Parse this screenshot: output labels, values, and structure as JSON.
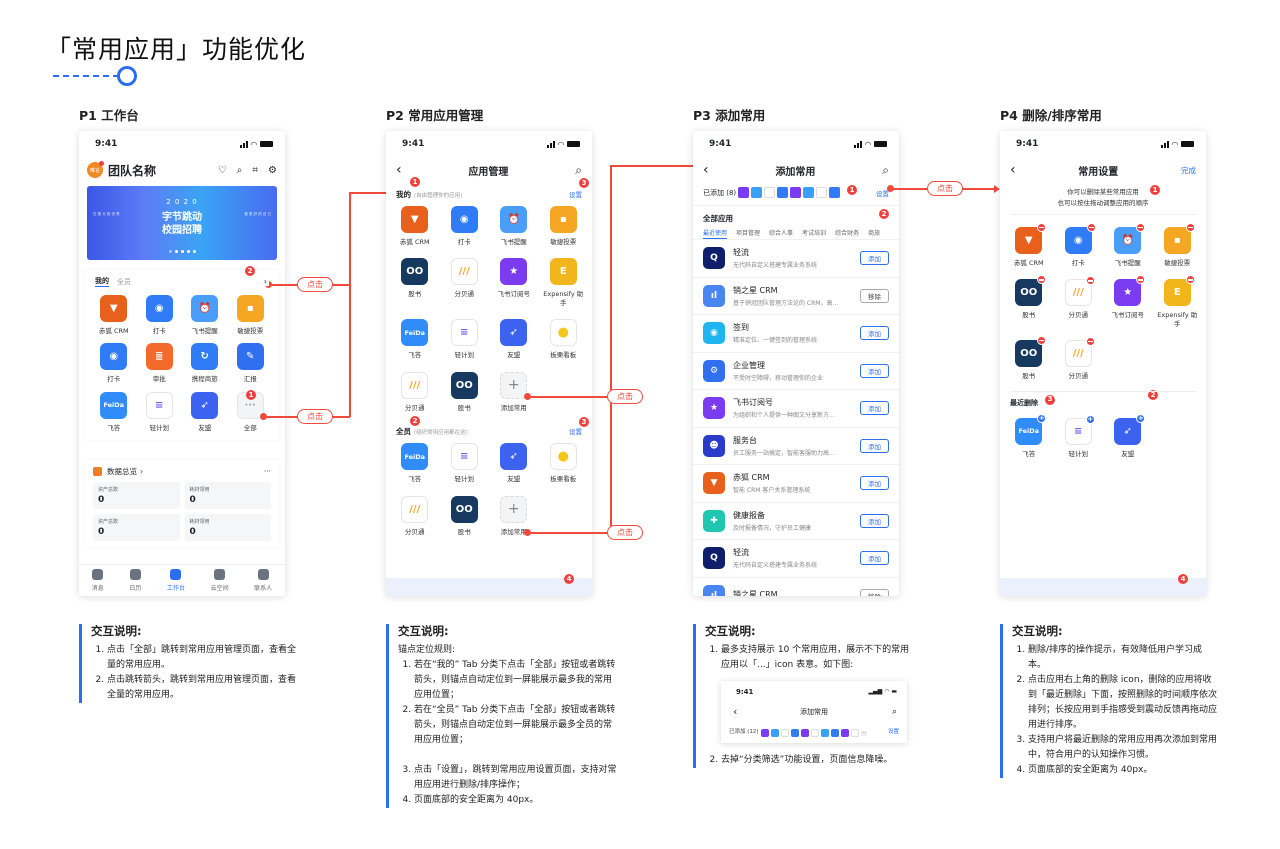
{
  "title": "「常用应用」功能优化",
  "click_label": "点击",
  "status_time": "9:41",
  "colors": {
    "accent": "#2a6ff0",
    "marker": "#f04a3d",
    "safe_area": "#ebf0fc"
  },
  "p1": {
    "heading": "P1 工作台",
    "team_name": "团队名称",
    "team_avatar_text": "唯言",
    "header_icons": [
      "bulb-icon",
      "search-icon",
      "qrcode-icon",
      "gear-icon"
    ],
    "banner": {
      "year": "2 0 2 0",
      "line1": "字节跳动",
      "line2": "校园招聘",
      "left_text": "在 更 大 的 世 界",
      "right_text": "做 更 好 的 自 己"
    },
    "tabs": [
      "我的",
      "全员"
    ],
    "apps": [
      {
        "label": "赤狐 CRM",
        "color": "#e8611c",
        "glyph": "▼"
      },
      {
        "label": "打卡",
        "color": "#2f7cf6",
        "glyph": "◉"
      },
      {
        "label": "飞书提醒",
        "color": "#4a9df8",
        "glyph": "⏰"
      },
      {
        "label": "敏捷投票",
        "color": "#f5a623",
        "glyph": "▪"
      },
      {
        "label": "打卡",
        "color": "#2f7cf6",
        "glyph": "◉"
      },
      {
        "label": "审批",
        "color": "#f26b2d",
        "glyph": "≣"
      },
      {
        "label": "携程商旅",
        "color": "#2f7cf6",
        "glyph": "↻"
      },
      {
        "label": "汇报",
        "color": "#2f6ff0",
        "glyph": "✎"
      },
      {
        "label": "飞答",
        "color": "#2f8cf9",
        "glyph": "FeiDa"
      },
      {
        "label": "轻计划",
        "color": "#ffffff",
        "glyph": "≡"
      },
      {
        "label": "友盟",
        "color": "#3c63f0",
        "glyph": "➶"
      },
      {
        "label": "全部",
        "color": "#f3f4f6",
        "glyph": "···"
      }
    ],
    "data_card": {
      "title": "数据总览",
      "more": "···",
      "cells": [
        {
          "label": "资产总数",
          "value": "0"
        },
        {
          "label": "耗材领用",
          "value": "0"
        },
        {
          "label": "资产总数",
          "value": "0"
        },
        {
          "label": "耗材领用",
          "value": "0"
        }
      ]
    },
    "tabbar": [
      {
        "label": "消息",
        "active": false
      },
      {
        "label": "日历",
        "active": false
      },
      {
        "label": "工作台",
        "active": true
      },
      {
        "label": "云空间",
        "active": false
      },
      {
        "label": "联系人",
        "active": false
      }
    ],
    "markers": [
      "1",
      "2"
    ],
    "notes": {
      "heading": "交互说明:",
      "items": [
        "点击「全部」跳转到常用应用管理页面，查看全量的常用应用。",
        "点击跳转箭头，跳转到常用应用管理页面，查看全量的常用应用。"
      ]
    }
  },
  "p2": {
    "heading": "P2 常用应用管理",
    "nav_title": "应用管理",
    "mine_title": "我的",
    "mine_hint": "(自由管理你的应用)",
    "all_title": "全员",
    "all_hint": "(组织常用应用都在这)",
    "settings": "设置",
    "add_label": "添加常用",
    "mine_apps": [
      {
        "label": "赤狐 CRM",
        "color": "#e8611c",
        "glyph": "▼"
      },
      {
        "label": "打卡",
        "color": "#2f7cf6",
        "glyph": "◉"
      },
      {
        "label": "飞书提醒",
        "color": "#4a9df8",
        "glyph": "⏰"
      },
      {
        "label": "敏捷投票",
        "color": "#f5a623",
        "glyph": "▪"
      },
      {
        "label": "股书",
        "color": "#17385f",
        "glyph": "OO"
      },
      {
        "label": "分贝通",
        "color": "#ffffff",
        "glyph": "///"
      },
      {
        "label": "飞书订阅号",
        "color": "#7b3cf0",
        "glyph": "★"
      },
      {
        "label": "Expensify 助手",
        "color": "#f2b51c",
        "glyph": "E"
      },
      {
        "label": "飞答",
        "color": "#2f8cf9",
        "glyph": "FeiDa"
      },
      {
        "label": "轻计划",
        "color": "#ffffff",
        "glyph": "≡"
      },
      {
        "label": "友盟",
        "color": "#3c63f0",
        "glyph": "➶"
      },
      {
        "label": "板栗看板",
        "color": "#ffffff",
        "glyph": "●"
      },
      {
        "label": "分贝通",
        "color": "#ffffff",
        "glyph": "///"
      },
      {
        "label": "股书",
        "color": "#17385f",
        "glyph": "OO"
      }
    ],
    "all_apps": [
      {
        "label": "飞答",
        "color": "#2f8cf9",
        "glyph": "FeiDa"
      },
      {
        "label": "轻计划",
        "color": "#ffffff",
        "glyph": "≡"
      },
      {
        "label": "友盟",
        "color": "#3c63f0",
        "glyph": "➶"
      },
      {
        "label": "板栗看板",
        "color": "#ffffff",
        "glyph": "●"
      },
      {
        "label": "分贝通",
        "color": "#ffffff",
        "glyph": "///"
      },
      {
        "label": "股书",
        "color": "#17385f",
        "glyph": "OO"
      }
    ],
    "markers": [
      "1",
      "2",
      "3",
      "3",
      "4"
    ],
    "notes": {
      "heading": "交互说明:",
      "sub": "锚点定位规则:",
      "items": [
        "若在“我的” Tab 分类下点击「全部」按钮或者跳转箭头，则锚点自动定位到一屏能展示最多我的常用应用位置；",
        "若在“全员” Tab 分类下点击「全部」按钮或者跳转箭头，则锚点自动定位到一屏能展示最多全员的常用应用位置；",
        "点击「设置」，跳转到常用应用设置页面，支持对常用应用进行删除/排序操作；",
        "页面底部的安全距离为 40px。"
      ]
    }
  },
  "p3": {
    "heading": "P3 添加常用",
    "nav_title": "添加常用",
    "added_label": "已添加 (8)",
    "added_colors": [
      "#7b3cf0",
      "#3aa0f5",
      "#ffffff",
      "#2f7cf6",
      "#7b3cf0",
      "#3aa0f5",
      "#ffffff",
      "#2f7cf6"
    ],
    "settings": "设置",
    "all_title": "全部应用",
    "categories": [
      "最近使用",
      "项目管理",
      "综合人事",
      "考试培训",
      "综合财务",
      "商旅"
    ],
    "list": [
      {
        "name": "轻流",
        "desc": "无代码自定义搭建专属业务系统",
        "action": "添加",
        "color": "#0f1f6b",
        "glyph": "Q"
      },
      {
        "name": "销之星 CRM",
        "desc": "基于销冠团队管理方法论的 CRM，高...",
        "action": "移除",
        "color": "#4a86f0",
        "glyph": "ıl"
      },
      {
        "name": "签到",
        "desc": "精准定位、一键签到的管理系统",
        "action": "添加",
        "color": "#20b5f0",
        "glyph": "◉"
      },
      {
        "name": "企业管理",
        "desc": "不受时空障碍，移动管理你的企业",
        "action": "添加",
        "color": "#2f6ff0",
        "glyph": "⚙"
      },
      {
        "name": "飞书订阅号",
        "desc": "为组织和个人提供一种图文分享新方...",
        "action": "添加",
        "color": "#7b3cf0",
        "glyph": "★"
      },
      {
        "name": "服务台",
        "desc": "员工服务一站搞定，智能客服助力高...",
        "action": "添加",
        "color": "#2a3cc8",
        "glyph": "☻"
      },
      {
        "name": "赤狐 CRM",
        "desc": "智能 CRM 客户关系管理系统",
        "action": "添加",
        "color": "#e8611c",
        "glyph": "▼"
      },
      {
        "name": "健康报备",
        "desc": "及时报备情况，守护员工健康",
        "action": "添加",
        "color": "#1fc7b0",
        "glyph": "✚"
      },
      {
        "name": "轻流",
        "desc": "无代码自定义搭建专属业务系统",
        "action": "添加",
        "color": "#0f1f6b",
        "glyph": "Q"
      },
      {
        "name": "销之星 CRM",
        "desc": "",
        "action": "移除",
        "color": "#4a86f0",
        "glyph": "ıl"
      }
    ],
    "markers": [
      "1",
      "2"
    ],
    "notes": {
      "heading": "交互说明:",
      "items": [
        "最多支持展示 10 个常用应用，展示不下的常用应用以「...」icon 表意。如下图:",
        "去掉“分类筛选”功能设置，页面信息降噪。"
      ],
      "example": {
        "time": "9:41",
        "nav_title": "添加常用",
        "added_label": "已添加 (12)",
        "settings": "设置",
        "more_glyph": "···"
      }
    }
  },
  "p4": {
    "heading": "P4 删除/排序常用",
    "nav_title": "常用设置",
    "done": "完成",
    "tip_line1": "你可以删除某些常用应用",
    "tip_line2": "也可以按住拖动调整应用的顺序",
    "apps": [
      {
        "label": "赤狐 CRM",
        "color": "#e8611c",
        "glyph": "▼"
      },
      {
        "label": "打卡",
        "color": "#2f7cf6",
        "glyph": "◉"
      },
      {
        "label": "飞书提醒",
        "color": "#4a9df8",
        "glyph": "⏰"
      },
      {
        "label": "敏捷投票",
        "color": "#f5a623",
        "glyph": "▪"
      },
      {
        "label": "股书",
        "color": "#17385f",
        "glyph": "OO"
      },
      {
        "label": "分贝通",
        "color": "#ffffff",
        "glyph": "///"
      },
      {
        "label": "飞书订阅号",
        "color": "#7b3cf0",
        "glyph": "★"
      },
      {
        "label": "Expensify 助手",
        "color": "#f2b51c",
        "glyph": "E"
      },
      {
        "label": "股书",
        "color": "#17385f",
        "glyph": "OO"
      },
      {
        "label": "分贝通",
        "color": "#ffffff",
        "glyph": "///"
      }
    ],
    "recent_title": "最近删除",
    "recent_apps": [
      {
        "label": "飞答",
        "color": "#2f8cf9",
        "glyph": "FeiDa"
      },
      {
        "label": "轻计划",
        "color": "#ffffff",
        "glyph": "≡"
      },
      {
        "label": "友盟",
        "color": "#3c63f0",
        "glyph": "➶"
      }
    ],
    "markers": [
      "1",
      "2",
      "3",
      "4"
    ],
    "notes": {
      "heading": "交互说明:",
      "items": [
        "删除/排序的操作提示，有效降低用户学习成本。",
        "点击应用右上角的删除 icon，删除的应用将收到「最近删除」下面，按照删除的时间顺序依次排列；长按应用到手指感受到震动反馈再拖动应用进行排序。",
        "支持用户将最近删除的常用应用再次添加到常用中，符合用户的认知操作习惯。",
        "页面底部的安全距离为 40px。"
      ]
    }
  }
}
